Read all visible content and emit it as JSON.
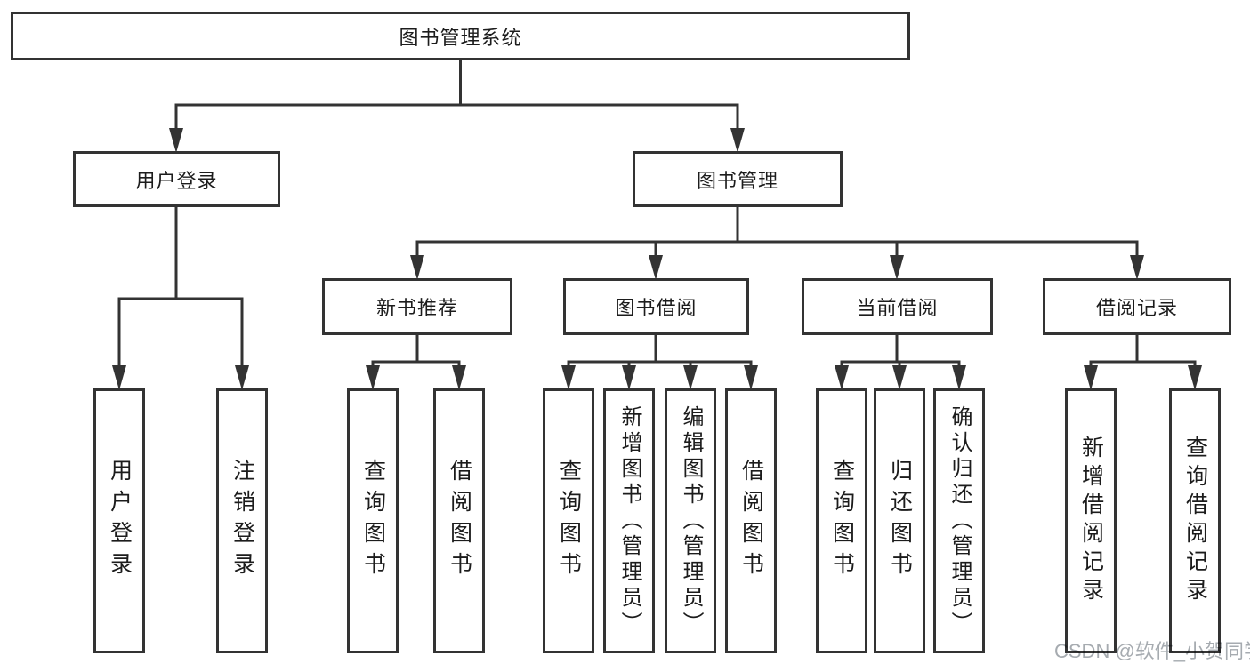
{
  "diagram": {
    "root": {
      "label": "图书管理系统"
    },
    "level2": [
      {
        "label": "用户登录"
      },
      {
        "label": "图书管理"
      }
    ],
    "level3": [
      {
        "label": "新书推荐"
      },
      {
        "label": "图书借阅"
      },
      {
        "label": "当前借阅"
      },
      {
        "label": "借阅记录"
      }
    ],
    "leaves": {
      "user_login": [
        "用户登录",
        "注销登录"
      ],
      "new_book_recommend": [
        "查询图书",
        "借阅图书"
      ],
      "book_borrow": [
        "查询图书",
        "新增图书（管理员）",
        "编辑图书（管理员）",
        "借阅图书"
      ],
      "current_borrow": [
        "查询图书",
        "归还图书",
        "确认归还（管理员）"
      ],
      "borrow_records": [
        "新增借阅记录",
        "查询借阅记录"
      ]
    }
  },
  "watermark": {
    "text": "CSDN @软件_小贺同学"
  },
  "colors": {
    "line": "#333333",
    "text": "#1c1c1c",
    "background": "#ffffff",
    "watermark_gray": "#a6abb0"
  }
}
